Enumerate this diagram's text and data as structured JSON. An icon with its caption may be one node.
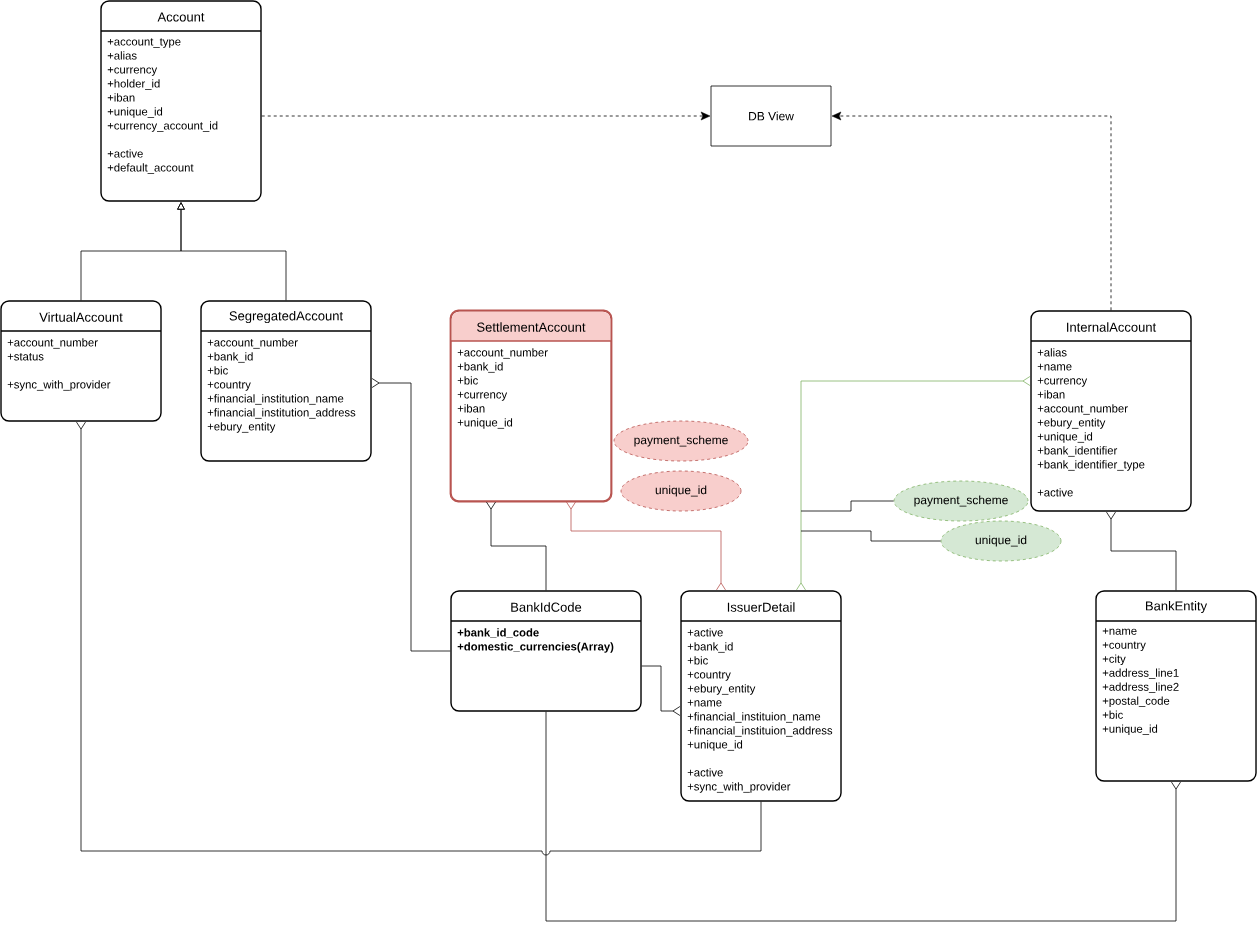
{
  "diagram": {
    "nodes": [
      {
        "text": [
          "Account",
          "+account_type",
          "+alias",
          "+currency",
          "+holder_id",
          "+iban",
          "+unique_id",
          "+currency_account_id",
          "+active",
          "+default_account"
        ]
      },
      {
        "text": [
          "DB View"
        ]
      },
      {
        "text": [
          "VirtualAccount",
          "+account_number",
          "+status",
          "+sync_with_provider"
        ]
      },
      {
        "text": [
          "SegregatedAccount",
          "+account_number",
          "+bank_id",
          "+bic",
          "+country",
          "+financial_institution_name",
          "+financial_institution_address",
          "+ebury_entity"
        ]
      },
      {
        "text": [
          "SettlementAccount",
          "+account_number",
          "+bank_id",
          "+bic",
          "+currency",
          "+iban",
          "+unique_id"
        ]
      },
      {
        "text": [
          "payment_scheme"
        ]
      },
      {
        "text": [
          "unique_id"
        ]
      },
      {
        "text": [
          "InternalAccount",
          "+alias",
          "+name",
          "+currency",
          "+iban",
          "+account_number",
          "+ebury_entity",
          "+unique_id",
          "+bank_identifier",
          "+bank_identifier_type",
          "+active"
        ]
      },
      {
        "text": [
          "payment_scheme"
        ]
      },
      {
        "text": [
          "unique_id"
        ]
      },
      {
        "text": [
          "BankIdCode",
          "+bank_id_code",
          "+domestic_currencies(Array)"
        ]
      },
      {
        "text": [
          "IssuerDetail",
          "+active",
          "+bank_id",
          "+bic",
          "+country",
          "+ebury_entity",
          "+name",
          "+financial_instituion_name",
          "+financial_instituion_address",
          "+unique_id",
          "+active",
          "+sync_with_provider"
        ]
      },
      {
        "text": [
          "BankEntity",
          "+name",
          "+country",
          "+city",
          "+address_line1",
          "+address_line2",
          "+postal_code",
          "+bic",
          "+unique_id"
        ]
      }
    ],
    "edges": [
      {
        "from": 0,
        "to": 1,
        "arrow": "to",
        "style": "dashed"
      },
      {
        "from": 7,
        "to": 1,
        "arrow": "to",
        "style": "dashed"
      },
      {
        "from": 2,
        "to": 0,
        "arrow": "to"
      },
      {
        "from": 3,
        "to": 0,
        "arrow": "to"
      },
      {
        "from": 10,
        "to": 3,
        "arrow": "other"
      },
      {
        "from": 10,
        "to": 4,
        "arrow": "other"
      },
      {
        "from": 11,
        "to": 4,
        "arrow": "other",
        "color": "#b85450"
      },
      {
        "from": 11,
        "to": 7,
        "arrow": "other",
        "color": "#82b366"
      },
      {
        "from": 8,
        "to": null,
        "arrow": "none"
      },
      {
        "from": 9,
        "to": null,
        "arrow": "none"
      },
      {
        "from": 10,
        "to": 11,
        "arrow": "other"
      },
      {
        "from": 12,
        "to": 7,
        "arrow": "other"
      },
      {
        "from": 11,
        "to": 2,
        "arrow": "other"
      },
      {
        "from": 10,
        "to": 12,
        "arrow": "other"
      }
    ]
  }
}
